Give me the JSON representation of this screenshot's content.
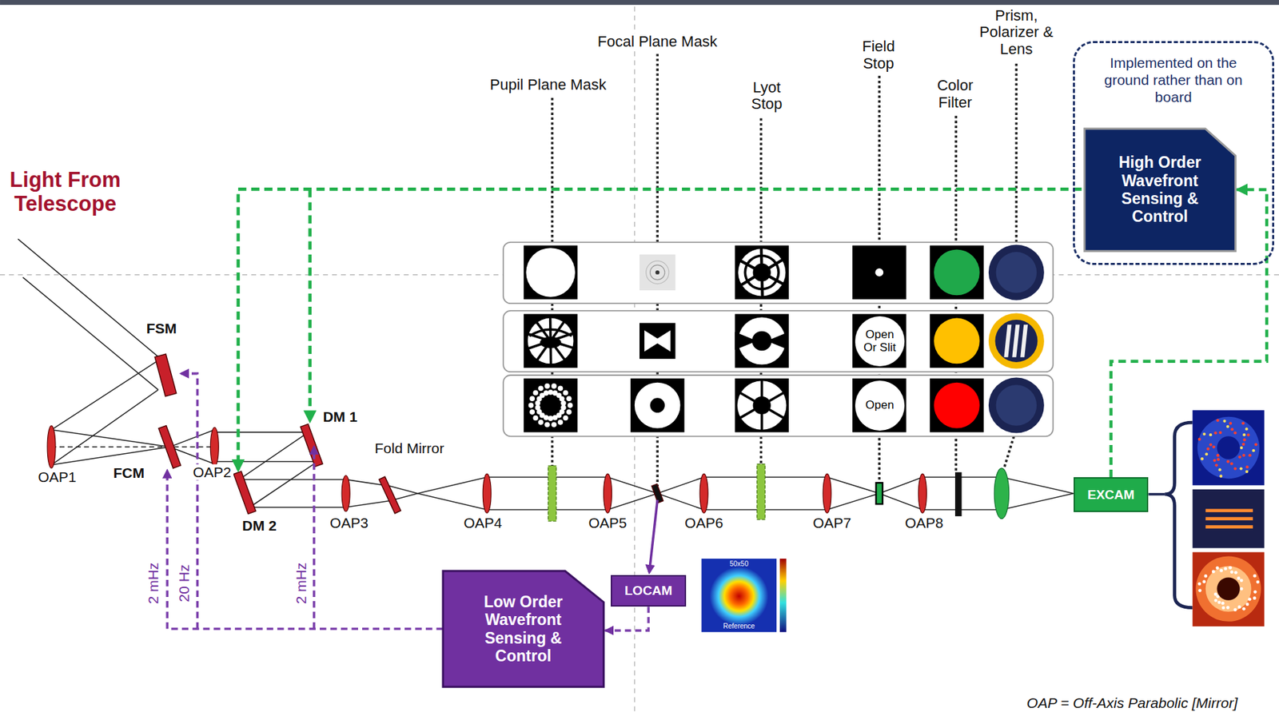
{
  "diagram": {
    "nodes": [
      {
        "text": [
          "Implemented on the ground rather than on board"
        ]
      },
      {
        "text": [
          "High Order Wavefront Sensing & Control"
        ],
        "in": 0
      },
      {
        "text": [
          "Low Order Wavefront Sensing & Control"
        ]
      },
      {
        "text": [
          "LOCAM"
        ]
      },
      {
        "text": [
          "EXCAM"
        ]
      },
      {
        "text": [
          "Open Or Slit"
        ]
      },
      {
        "text": [
          "Open"
        ]
      }
    ],
    "edges": [
      {
        "from": 4,
        "to": 1,
        "arrow": "to"
      },
      {
        "from": 3,
        "to": 2,
        "arrow": "to"
      }
    ],
    "labels": [
      "Light From Telescope",
      "Pupil Plane Mask",
      "Focal Plane Mask",
      "Lyot Stop",
      "Field Stop",
      "Color Filter",
      "Prism, Polarizer & Lens",
      "FSM",
      "OAP1",
      "FCM",
      "OAP2",
      "DM 1",
      "DM 2",
      "OAP3",
      "Fold Mirror",
      "OAP4",
      "OAP5",
      "OAP6",
      "OAP7",
      "OAP8",
      "2 mHz",
      "20 Hz",
      "2 mHz",
      "50x50",
      "Reference",
      "OAP = Off-Axis Parabolic [Mirror]"
    ]
  }
}
